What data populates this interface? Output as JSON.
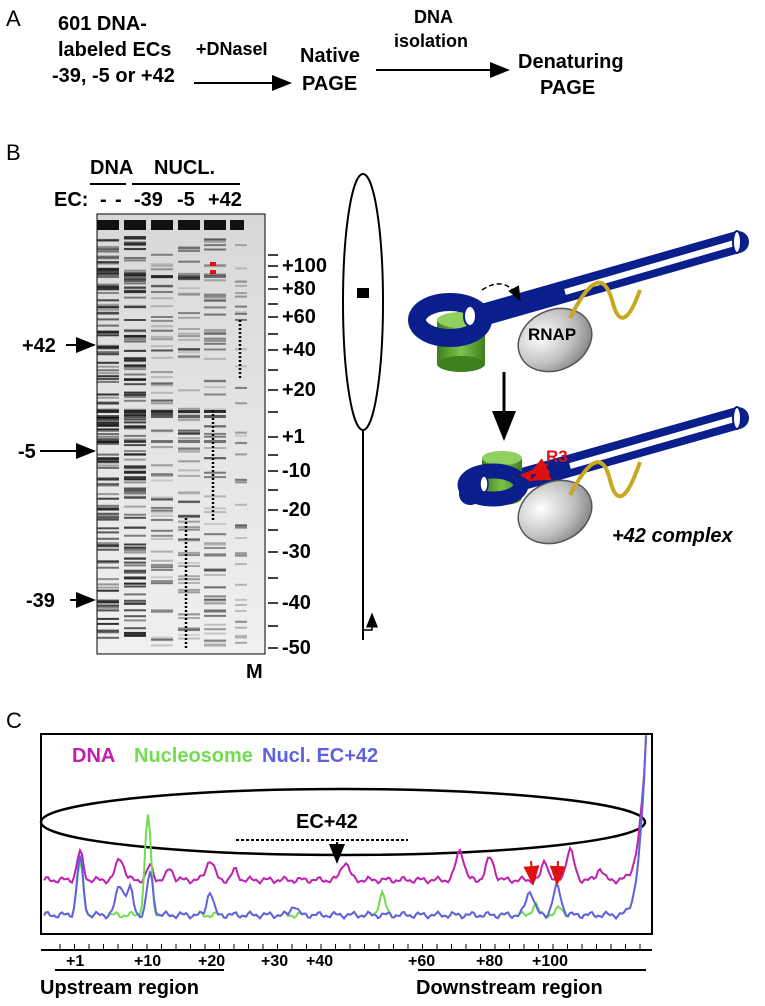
{
  "panelA": {
    "letter": "A",
    "step1": [
      "601 DNA-",
      "labeled ECs",
      "-39, -5 or +42"
    ],
    "arrow1_label": "+DNaseI",
    "step2": [
      "Native",
      "PAGE"
    ],
    "arrow2_label": [
      "DNA",
      "isolation"
    ],
    "step3": [
      "Denaturing",
      "PAGE"
    ]
  },
  "panelB": {
    "letter": "B",
    "header_dna": "DNA",
    "header_nucl": "NUCL.",
    "ec_label": "EC:",
    "lane_labels": [
      "-",
      "-",
      "-39",
      "-5",
      "+42"
    ],
    "marker_lane": "M",
    "left_markers": [
      "+42",
      "-5",
      "-39"
    ],
    "scale_ticks": [
      "+100",
      "+80",
      "+60",
      "+40",
      "+20",
      "+1",
      "-10",
      "-20",
      "-30",
      "-40",
      "-50"
    ],
    "rnap_label": "RNAP",
    "r3_label": "R3",
    "complex_label": "+42 complex",
    "colors": {
      "nucleosome": "#5aa02c",
      "dna": "#0a1e8c",
      "rnap": "#b0b0b0",
      "rna": "#c8a820",
      "red": "#e01010"
    }
  },
  "panelC": {
    "letter": "C",
    "legend": [
      {
        "name": "DNA",
        "color": "#c020b0"
      },
      {
        "name": "Nucleosome",
        "color": "#70dd50"
      },
      {
        "name": "Nucl. EC+42",
        "color": "#6060e0"
      }
    ],
    "ellipse_label": "EC+42",
    "x_ticks": [
      "+1",
      "+10",
      "+20",
      "+30",
      "+40",
      "+60",
      "+80",
      "+100"
    ],
    "upstream": "Upstream region",
    "downstream": "Downstream region"
  }
}
